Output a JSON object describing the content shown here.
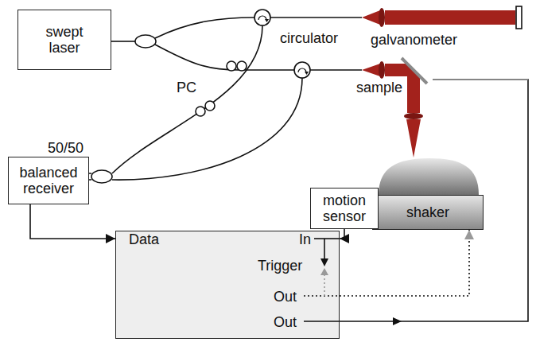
{
  "diagram": {
    "nodes": [
      {
        "text": [
          "swept laser"
        ]
      },
      {
        "text": [
          "shaker"
        ]
      },
      {
        "text": [
          "balanced receiver"
        ]
      },
      {
        "text": [
          "motion sensor"
        ]
      },
      {
        "text": [
          "Data",
          "In",
          "Trigger",
          "Out",
          "Out"
        ]
      }
    ],
    "edges": [
      {
        "from": 2,
        "to": 4,
        "arrow": "to"
      },
      {
        "from": 3,
        "to": 4,
        "arrow": "to"
      },
      {
        "from": 4,
        "to": 1,
        "arrow": "to"
      }
    ],
    "labels": [
      "PC",
      "circulator",
      "galvanometer",
      "sample",
      "50/50"
    ]
  }
}
